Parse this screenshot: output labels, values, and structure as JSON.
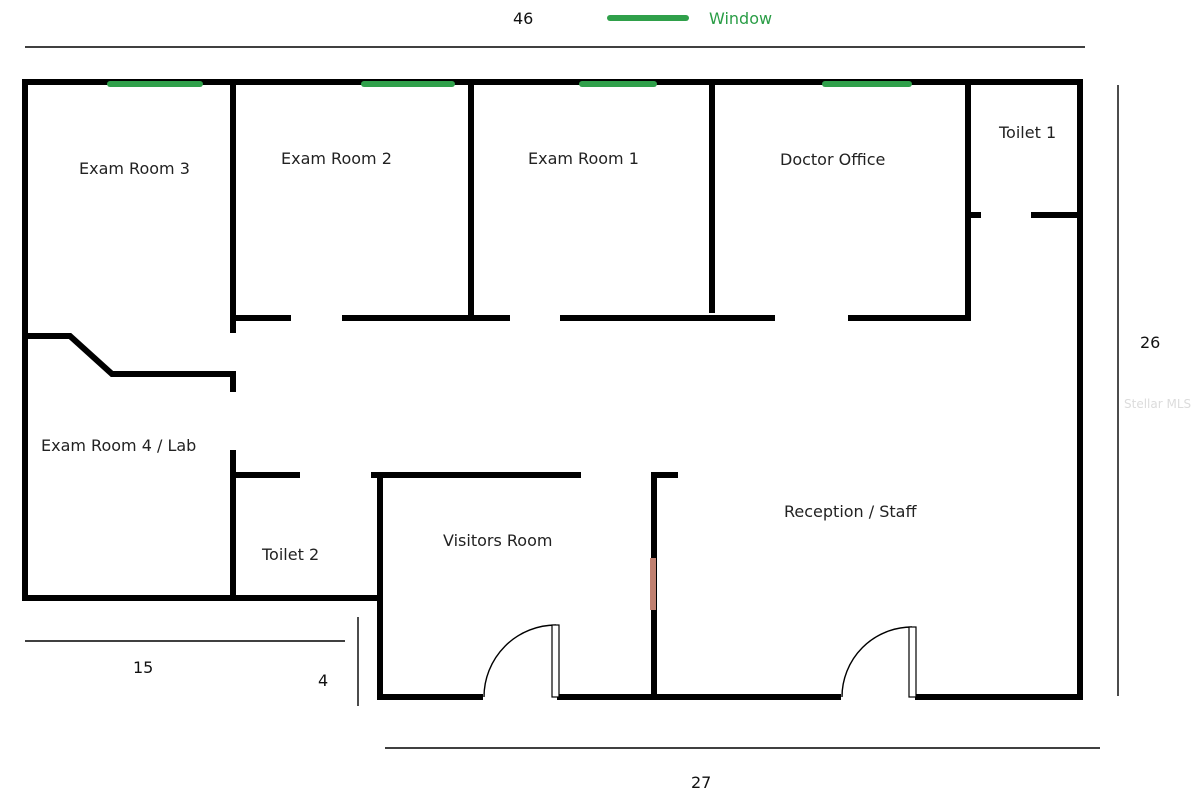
{
  "legend": {
    "label": "Window",
    "color": "#2fa04a"
  },
  "dimensions": {
    "top": "46",
    "right": "26",
    "bottom_left": "15",
    "bottom_small": "4",
    "bottom": "27"
  },
  "rooms": {
    "exam_room_3": "Exam Room 3",
    "exam_room_2": "Exam Room 2",
    "exam_room_1": "Exam Room 1",
    "doctor_office": "Doctor Office",
    "toilet_1": "Toilet 1",
    "exam_room_4": "Exam Room 4 / Lab",
    "toilet_2": "Toilet 2",
    "visitors_room": "Visitors Room",
    "reception": "Reception / Staff"
  },
  "watermark": "Stellar MLS",
  "colors": {
    "wall": "#000000",
    "window": "#2fa04a",
    "door_panel": "#c08070"
  }
}
